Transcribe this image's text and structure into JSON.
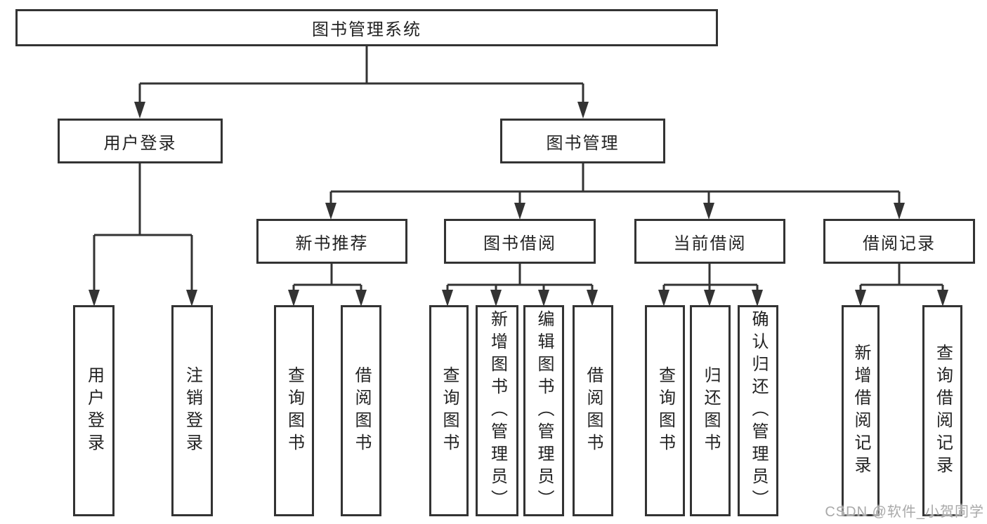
{
  "diagram": {
    "root": {
      "label": "图书管理系统"
    },
    "level2": {
      "user_login": {
        "label": "用户登录"
      },
      "book_management": {
        "label": "图书管理"
      }
    },
    "level3": {
      "new_book_recommend": {
        "label": "新书推荐"
      },
      "book_borrow": {
        "label": "图书借阅"
      },
      "current_borrow": {
        "label": "当前借阅"
      },
      "borrow_records": {
        "label": "借阅记录"
      }
    },
    "leaves": {
      "user_login": {
        "label": "用户登录"
      },
      "logout": {
        "label": "注销登录"
      },
      "nb_query_books": {
        "label": "查询图书"
      },
      "nb_borrow_books": {
        "label": "借阅图书"
      },
      "bb_query_books": {
        "label": "查询图书"
      },
      "bb_add_books_admin": {
        "label": "新增图书（管理员）"
      },
      "bb_edit_books_admin": {
        "label": "编辑图书（管理员）"
      },
      "bb_borrow_books": {
        "label": "借阅图书"
      },
      "cb_query_books": {
        "label": "查询图书"
      },
      "cb_return_books": {
        "label": "归还图书"
      },
      "cb_confirm_return_admin": {
        "label": "确认归还（管理员）"
      },
      "br_add_record": {
        "label": "新增借阅记录"
      },
      "br_query_record": {
        "label": "查询借阅记录"
      }
    }
  },
  "watermark": {
    "text": "CSDN @软件_小贺同学"
  },
  "colors": {
    "line": "#333333",
    "text": "#222222",
    "background": "#ffffff",
    "watermark": "#a9a9a9"
  }
}
